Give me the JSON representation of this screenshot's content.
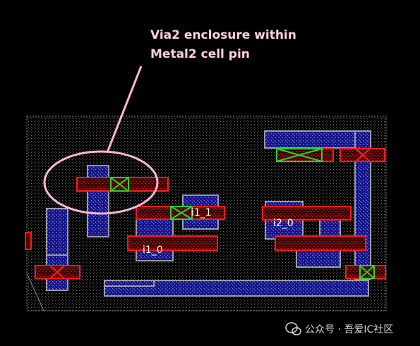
{
  "annotation": {
    "line1": "Via2 enclosure within",
    "line2": "Metal2 cell pin"
  },
  "pins": {
    "i1_1": "i1_1",
    "i2_0": "i2_0",
    "i1_0": "i1_0"
  },
  "watermark": {
    "text": "公众号 · 吾爱IC社区",
    "icon": "wechat-icon"
  },
  "colors": {
    "background": "#000000",
    "metal1_blue": "#1a1a9c",
    "metal2_red": "#e81414",
    "via_green": "#2bd12b",
    "callout_pink": "#ffb6d9",
    "cell_boundary": "#9a9a9a"
  }
}
